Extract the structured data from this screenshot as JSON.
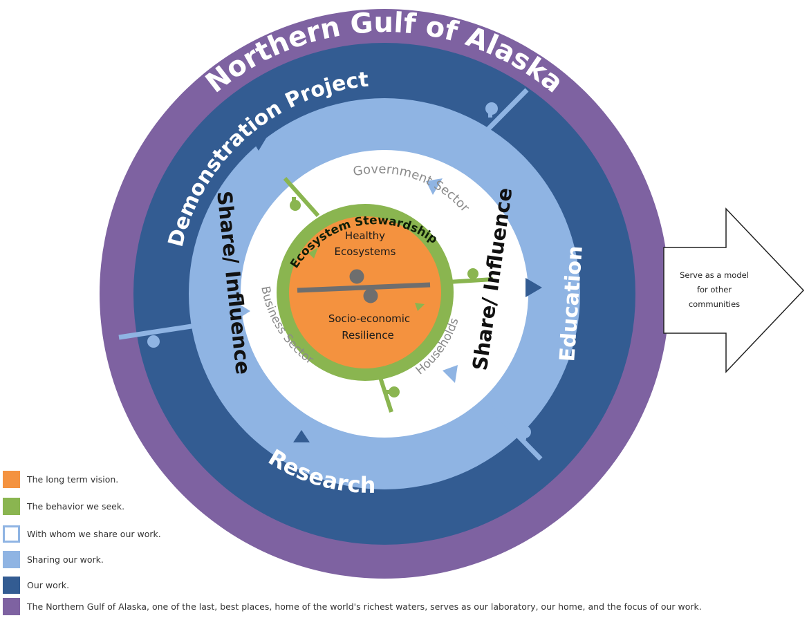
{
  "rings": {
    "outer": {
      "label": "Northern Gulf of Alaska",
      "color": "#7e62a1",
      "text_color": "#ffffff"
    },
    "work": {
      "color": "#335c92",
      "text_color": "#ffffff",
      "sections": [
        "Demonstration Projects",
        "Education",
        "Research"
      ]
    },
    "sharing": {
      "color": "#8fb4e3",
      "labels": [
        "Share/ Influence",
        "Share/ Influence"
      ],
      "text_color": "#111111"
    },
    "sectors": {
      "color": "#ffffff",
      "labels": [
        "Government Sector",
        "Business Sector",
        "Households"
      ],
      "text_color": "#8a8a8a"
    },
    "behavior": {
      "label": "Ecosystem Stewardship",
      "color": "#8ab550",
      "text_color": "#0f1f08"
    },
    "vision": {
      "color": "#f4923f",
      "top_lines": [
        "Healthy",
        "Ecosystems"
      ],
      "bottom_lines": [
        "Socio-economic",
        "Resilience"
      ],
      "balance_color": "#6e6e6e"
    }
  },
  "model_arrow": {
    "lines": [
      "Serve as a model",
      "for other",
      "communities"
    ]
  },
  "legend": [
    {
      "label": "The long term vision.",
      "color": "#f4923f",
      "border": "#f4923f"
    },
    {
      "label": "The behavior we seek.",
      "color": "#8ab550",
      "border": "#8ab550"
    },
    {
      "label": "With whom we share our work.",
      "color": "#ffffff",
      "border": "#8fb4e3"
    },
    {
      "label": "Sharing our work.",
      "color": "#8fb4e3",
      "border": "#8fb4e3"
    },
    {
      "label": "Our work.",
      "color": "#335c92",
      "border": "#335c92"
    },
    {
      "label": "The Northern Gulf of Alaska, one of the last, best places, home of the world's richest waters, serves as our laboratory, our home, and the focus of our work.",
      "color": "#7e62a1",
      "border": "#7e62a1"
    }
  ]
}
